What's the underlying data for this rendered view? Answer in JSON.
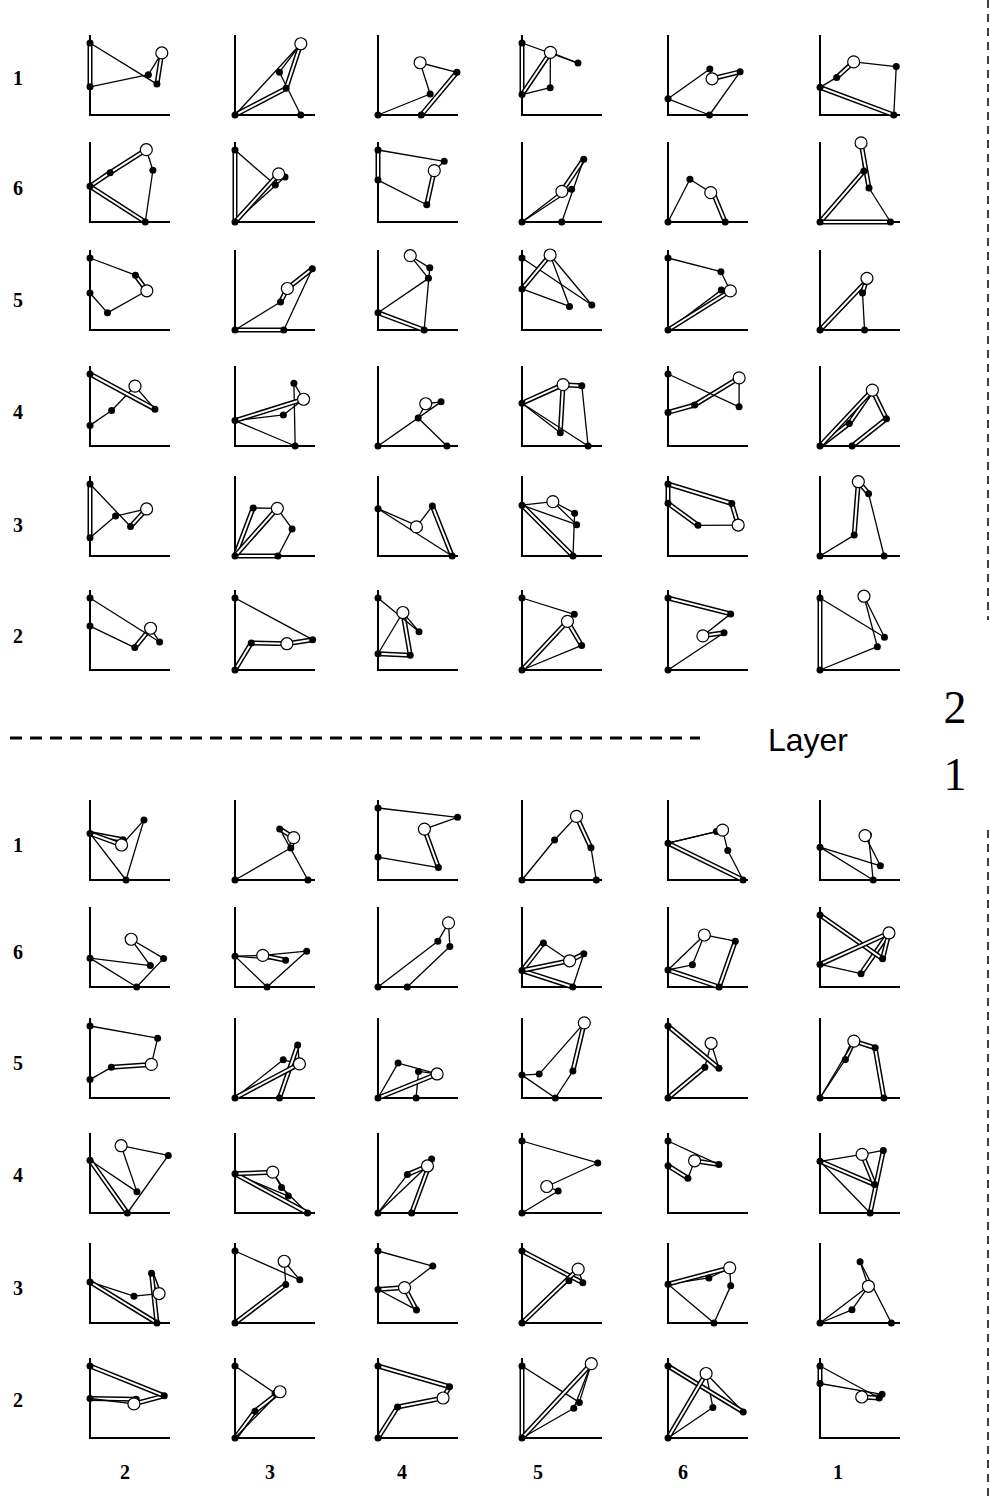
{
  "diagram": {
    "labels": [
      "1",
      "6",
      "5",
      "4",
      "3",
      "2",
      "2",
      "Layer",
      "1",
      "1",
      "6",
      "5",
      "4",
      "3",
      "2",
      "2",
      "3",
      "4",
      "5",
      "6",
      "1"
    ]
  }
}
